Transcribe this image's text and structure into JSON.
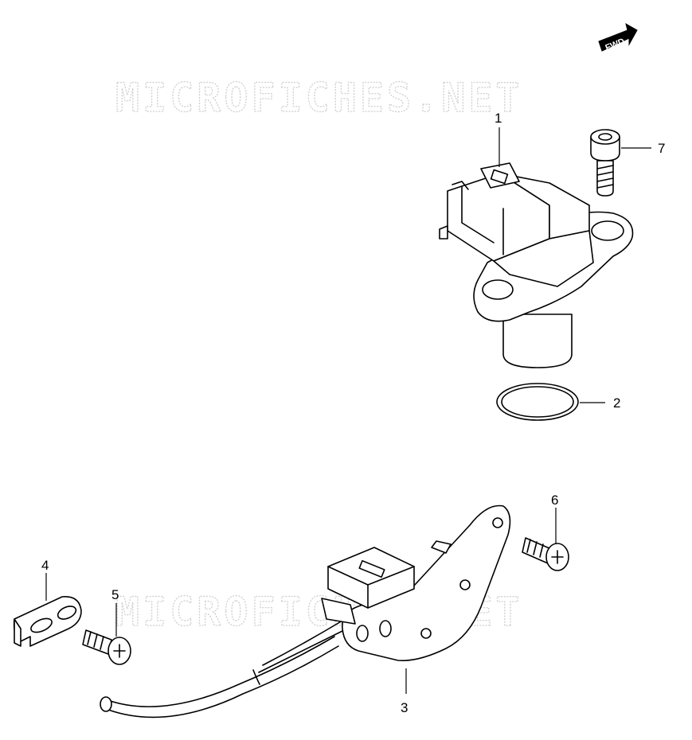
{
  "watermark": {
    "text": "MICROFICHES.NET"
  },
  "direction_indicator": {
    "text": "FWD"
  },
  "callouts": {
    "part_1": "1",
    "part_2": "2",
    "part_3": "3",
    "part_4": "4",
    "part_5": "5",
    "part_6": "6",
    "part_7": "7"
  }
}
